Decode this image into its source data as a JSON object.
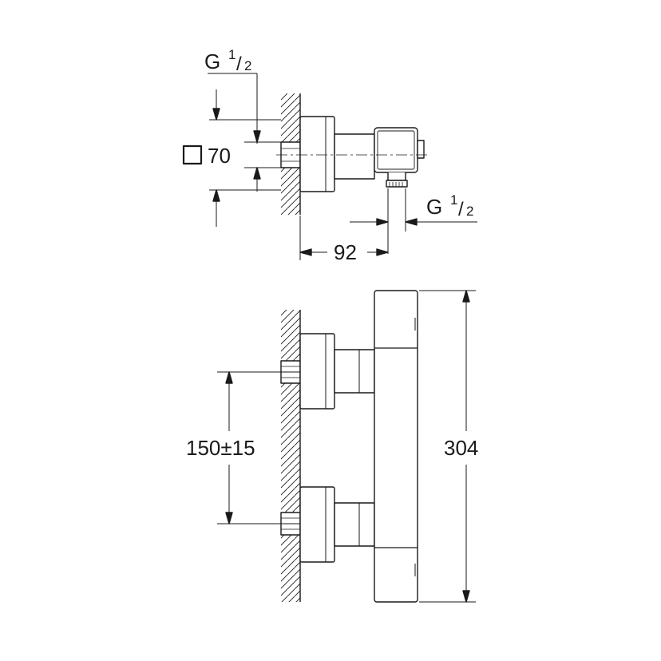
{
  "drawing": {
    "top_view": {
      "thread_top": {
        "letter": "G",
        "num": "1",
        "den": "2"
      },
      "square_size": "70",
      "thread_outlet": {
        "letter": "G",
        "num": "1",
        "den": "2"
      },
      "depth": "92"
    },
    "front_view": {
      "centre_distance": "150±15",
      "height": "304"
    }
  },
  "colors": {
    "line": "#1a1a1a",
    "background": "#ffffff"
  }
}
